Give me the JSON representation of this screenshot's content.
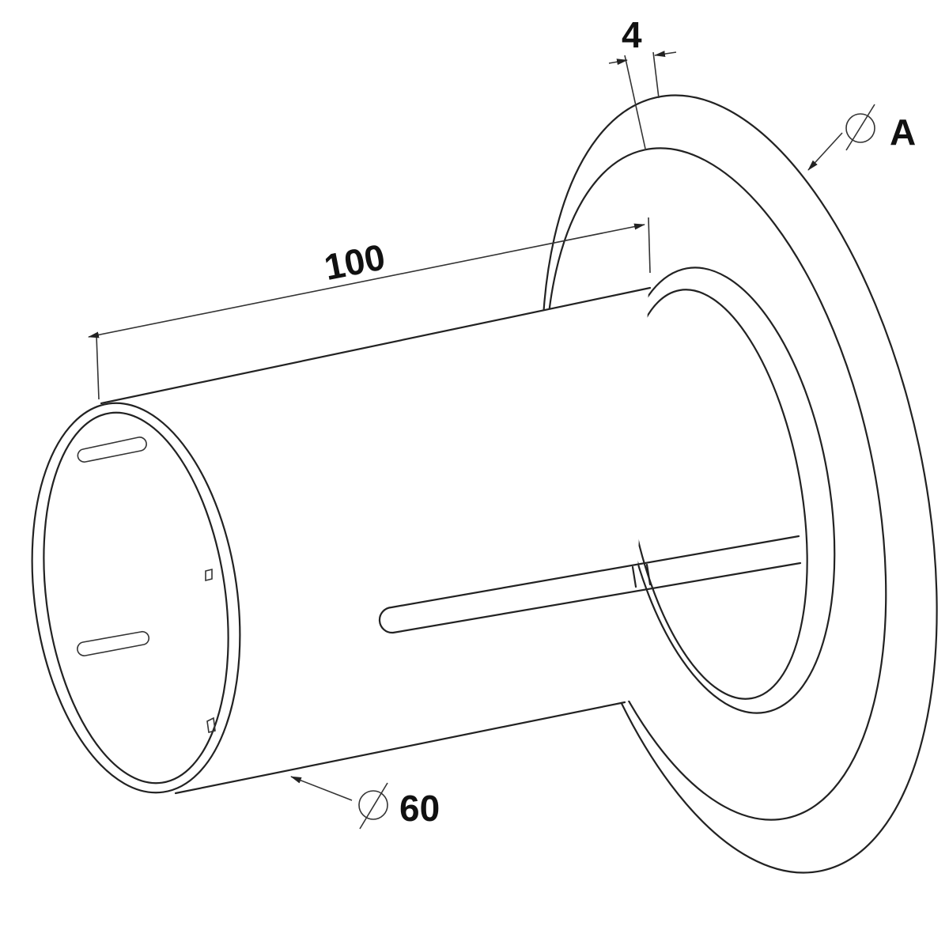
{
  "drawing": {
    "dimensions": {
      "length": "100",
      "flange_thickness": "4",
      "flange_diameter": "A",
      "tube_diameter": "60"
    },
    "diameter_symbol": "diameter-icon",
    "line_color": "#222222",
    "background": "#ffffff"
  }
}
